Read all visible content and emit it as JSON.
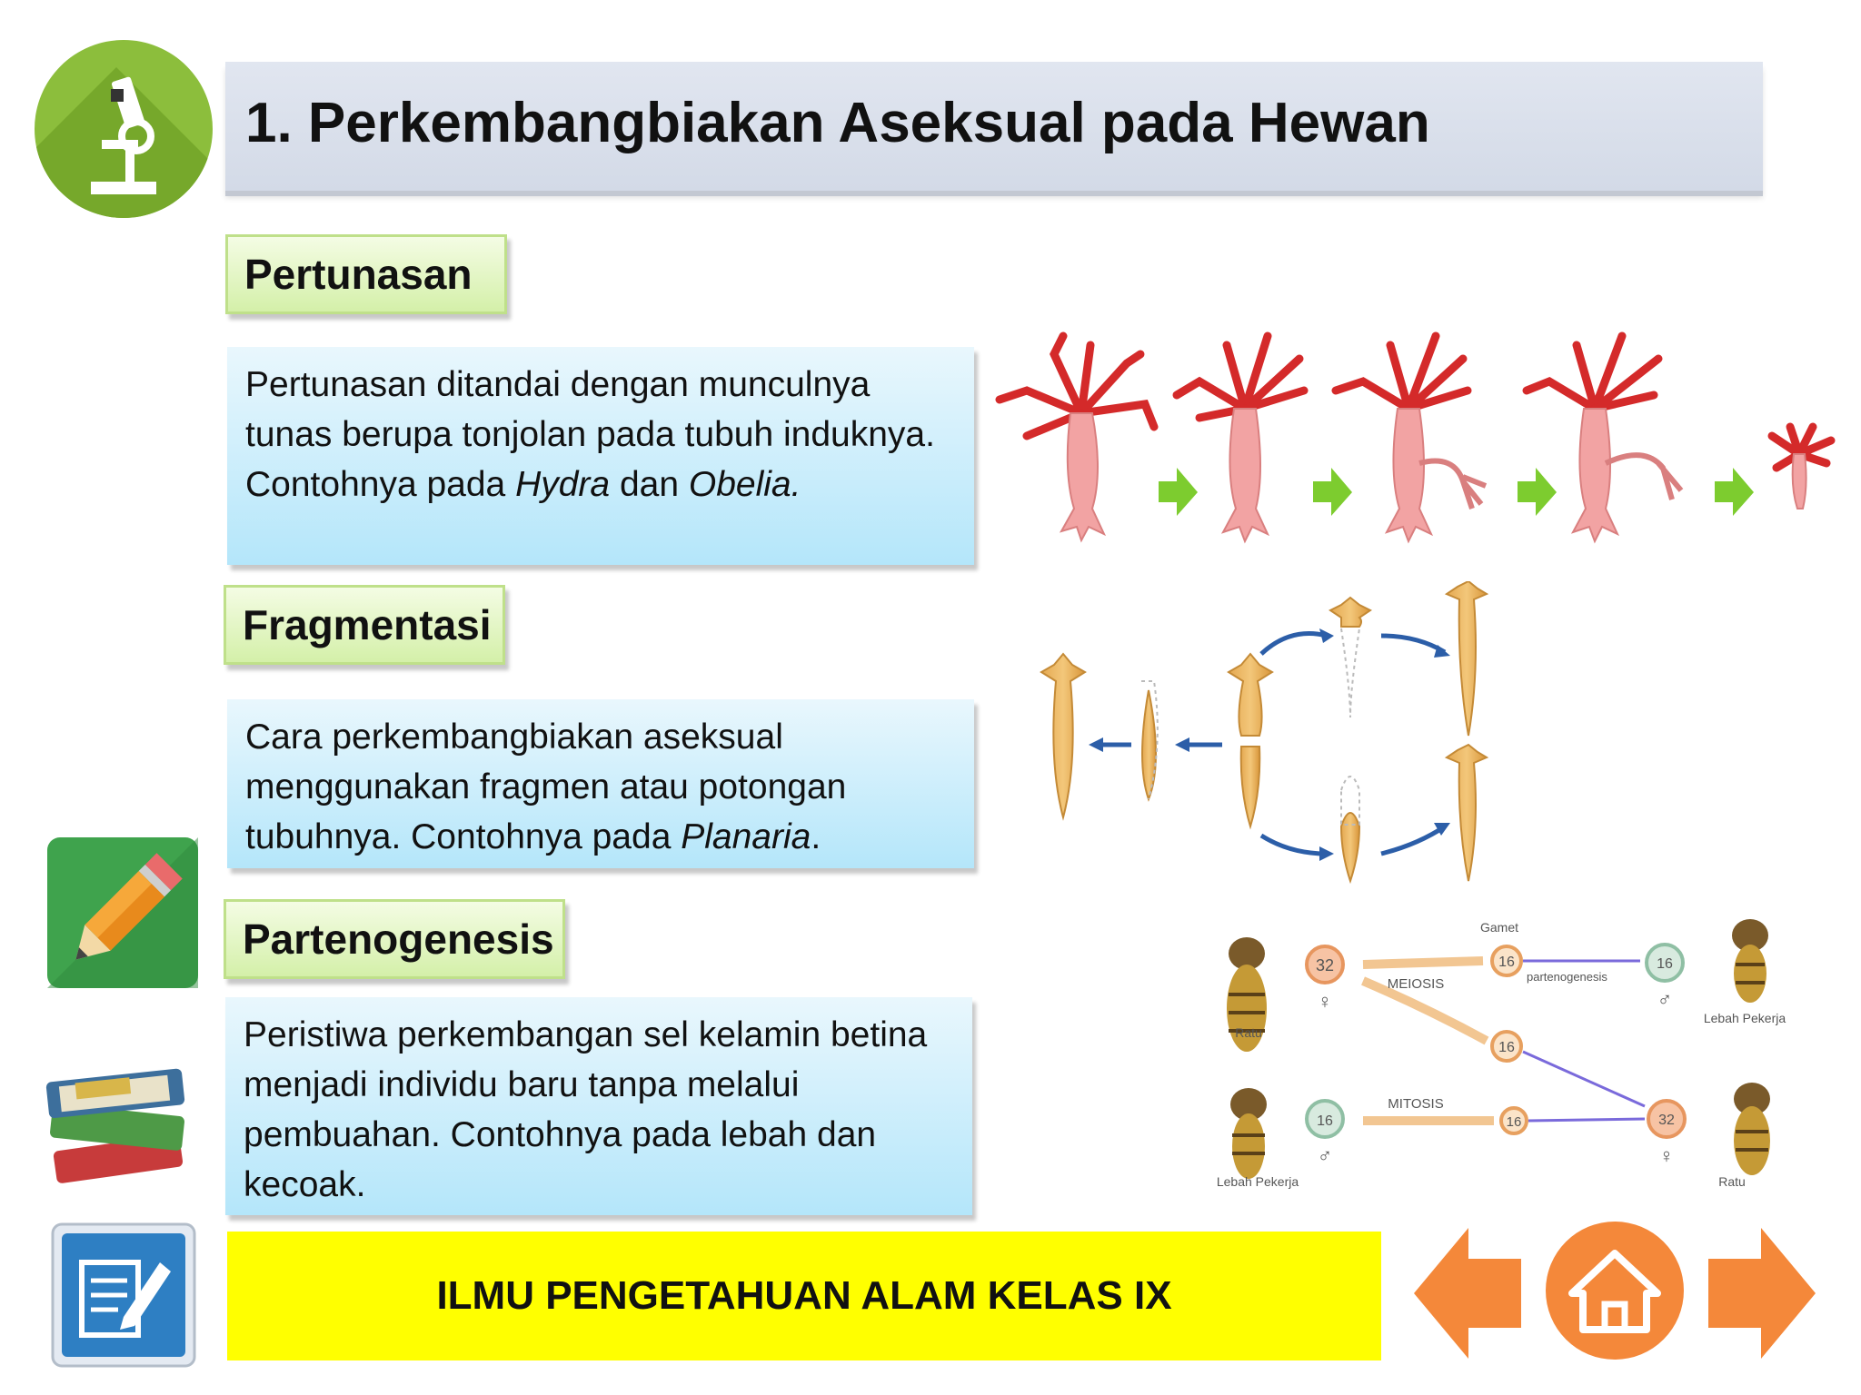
{
  "title": "1. Perkembangbiakan Aseksual pada Hewan",
  "sections": [
    {
      "label": "Pertunasan",
      "text_parts": [
        "Pertunasan ditandai dengan munculnya tunas berupa tonjolan pada tubuh induknya. Contohnya pada ",
        "Hydra",
        " dan ",
        "Obelia."
      ]
    },
    {
      "label": "Fragmentasi",
      "text_parts": [
        "Cara perkembangbiakan aseksual menggunakan fragmen atau potongan tubuhnya. Contohnya pada ",
        "Planaria",
        "."
      ]
    },
    {
      "label": "Partenogenesis",
      "text": "Peristiwa perkembangan sel kelamin betina menjadi individu baru tanpa melalui pembuahan.  Contohnya pada lebah dan kecoak."
    }
  ],
  "bee_diagram": {
    "gamet": "Gamet",
    "meiosis": "MEIOSIS",
    "mitosis": "MITOSIS",
    "partenogenesis": "partenogenesis",
    "ratu": "Ratu",
    "lebah_pekerja": "Lebah Pekerja",
    "n32": "32",
    "n16": "16",
    "female": "♀",
    "male": "♂"
  },
  "footer": "ILMU PENGETAHUAN ALAM KELAS IX",
  "colors": {
    "title_bg": "#d9dfeb",
    "label_bg": "#dcf3b7",
    "desc_bg": "#c3ebfb",
    "footer_bg": "#ffff00",
    "nav_orange": "#f4883a",
    "badge_green": "#8cbe3c"
  },
  "icons": [
    "microscope-icon",
    "pencil-icon",
    "books-icon",
    "notes-icon",
    "hydra-illustration",
    "planaria-illustration",
    "bee-illustration",
    "arrow-left-icon",
    "home-icon",
    "arrow-right-icon"
  ]
}
